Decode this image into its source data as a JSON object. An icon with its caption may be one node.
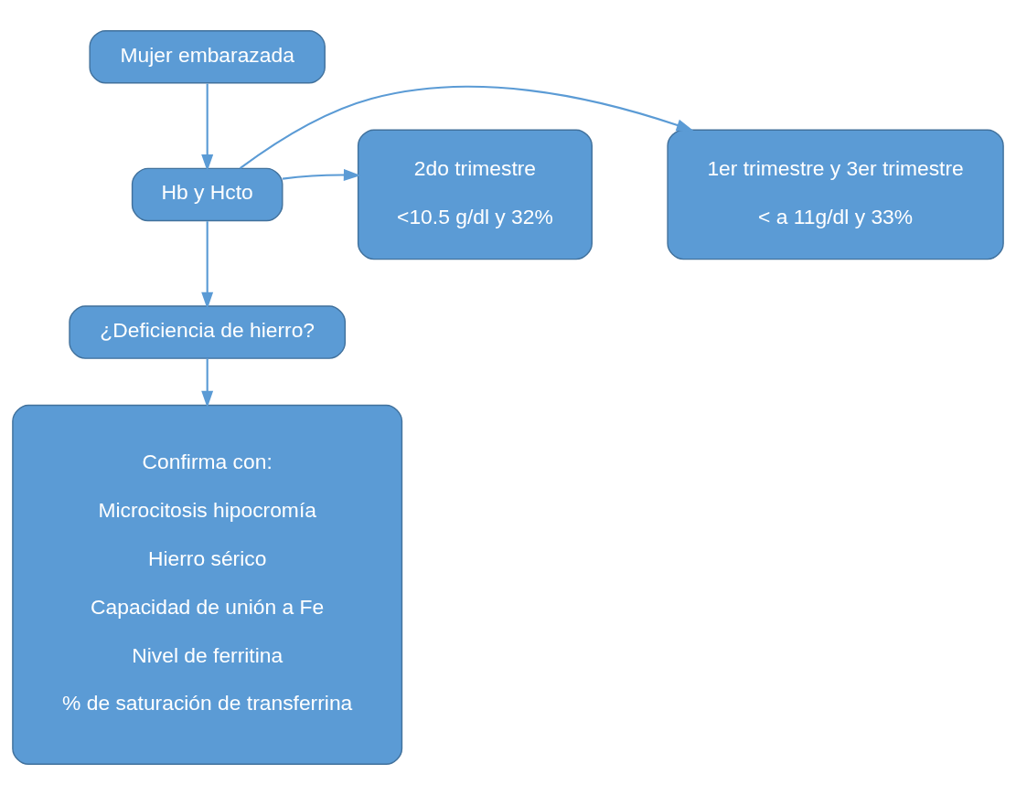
{
  "diagram": {
    "nodes": [
      {
        "text": [
          "Mujer embarazada"
        ]
      },
      {
        "text": [
          "1er trimestre y 3er trimestre",
          "< a 11g/dl y 33%"
        ]
      },
      {
        "text": [
          "Hb y Hcto"
        ]
      },
      {
        "text": [
          "2do trimestre",
          "<10.5 g/dl y 32%"
        ]
      },
      {
        "text": [
          "¿Deficiencia de hierro?"
        ]
      },
      {
        "text": [
          "Confirma con:",
          "Microcitosis hipocromía",
          "Hierro sérico",
          "Capacidad de unión a Fe",
          "Nivel de ferritina",
          "% de saturación de transferrina"
        ]
      }
    ],
    "edges": [
      {
        "from": 0,
        "to": 2,
        "arrow": "to"
      },
      {
        "from": 2,
        "to": 1,
        "arrow": "to"
      },
      {
        "from": 2,
        "to": 3,
        "arrow": "to"
      },
      {
        "from": 2,
        "to": 4,
        "arrow": "to"
      },
      {
        "from": 4,
        "to": 5,
        "arrow": "to"
      }
    ]
  }
}
